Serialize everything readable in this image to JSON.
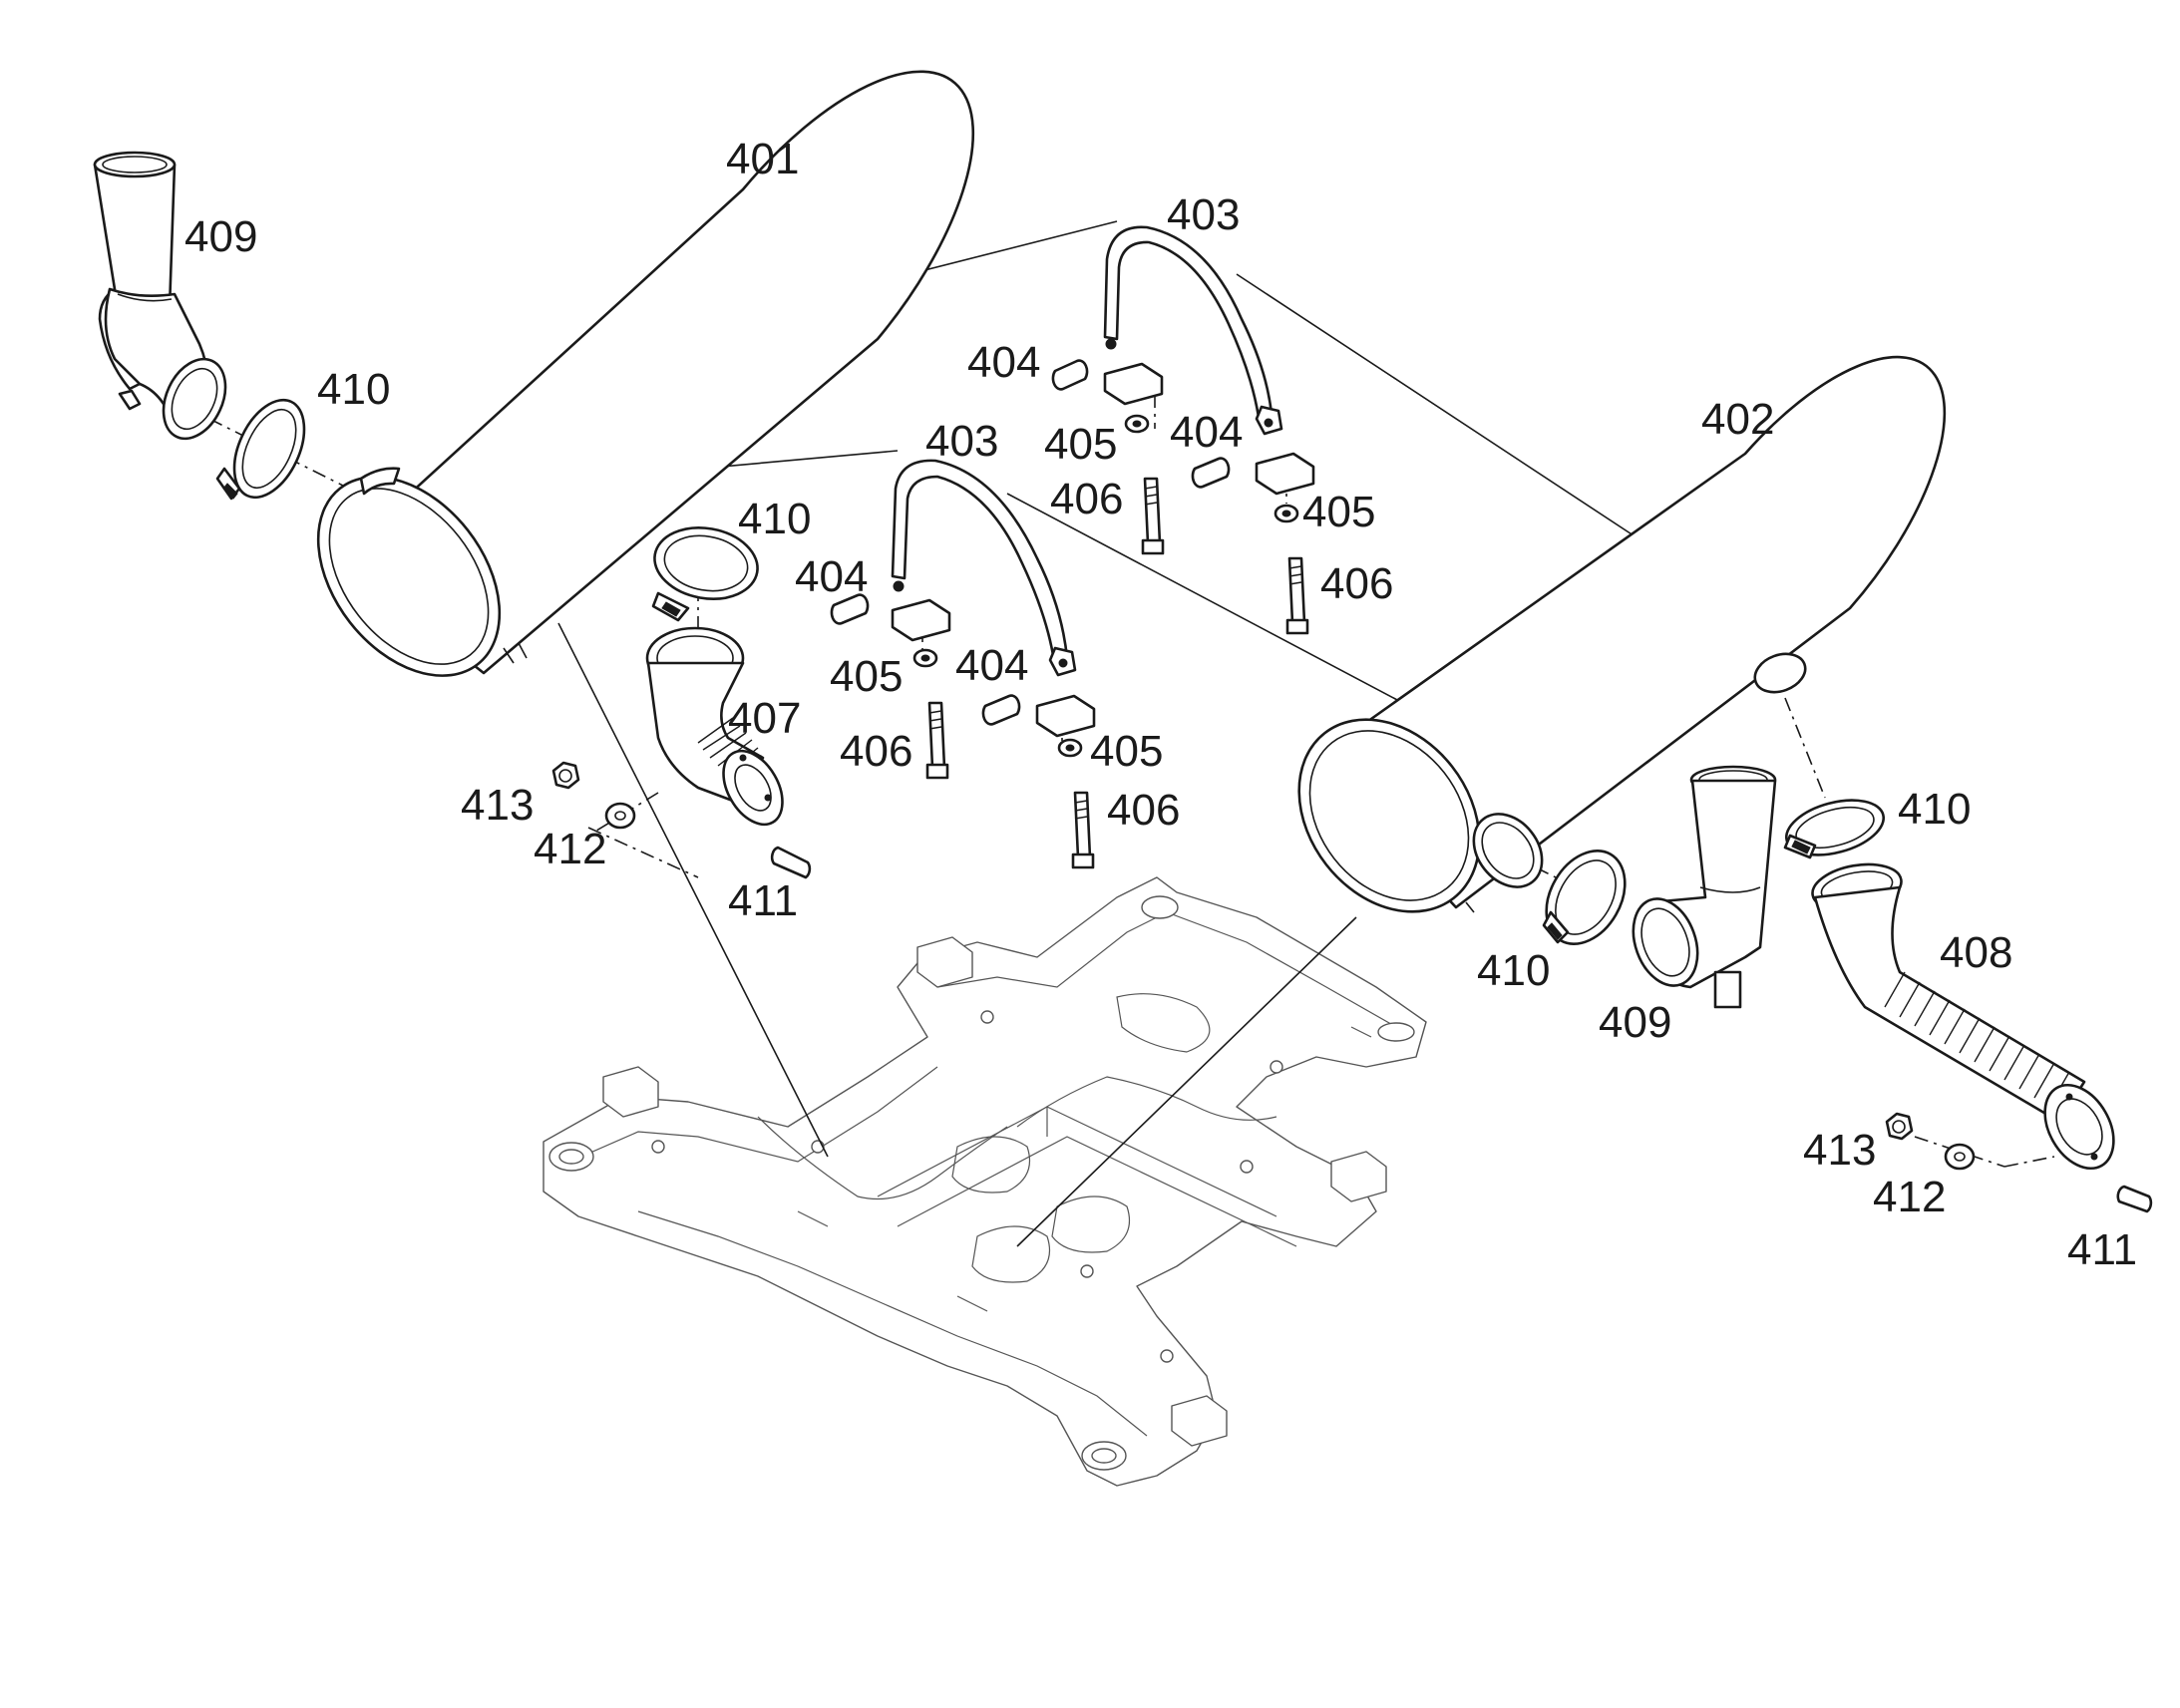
{
  "callouts": {
    "p401": "401",
    "p402": "402",
    "p403a": "403",
    "p403b": "403",
    "p404a": "404",
    "p404b": "404",
    "p404c": "404",
    "p404d": "404",
    "p405a": "405",
    "p405b": "405",
    "p405c": "405",
    "p405d": "405",
    "p406a": "406",
    "p406b": "406",
    "p406c": "406",
    "p406d": "406",
    "p407": "407",
    "p408": "408",
    "p409a": "409",
    "p409b": "409",
    "p410a": "410",
    "p410b": "410",
    "p410c": "410",
    "p410d": "410",
    "p411a": "411",
    "p411b": "411",
    "p412a": "412",
    "p412b": "412",
    "p413a": "413",
    "p413b": "413"
  },
  "colors": {
    "line": "#1a1a1a",
    "frame": "#555555",
    "background": "#ffffff"
  }
}
